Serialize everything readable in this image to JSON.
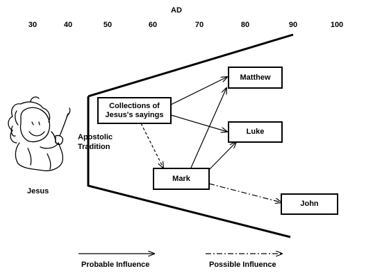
{
  "axis": {
    "title": "AD",
    "ticks": [
      "30",
      "40",
      "50",
      "60",
      "70",
      "80",
      "90",
      "100"
    ]
  },
  "nodes": {
    "collections": {
      "line1": "Collections of",
      "line2": "Jesus's sayings"
    },
    "matthew": "Matthew",
    "luke": "Luke",
    "mark": "Mark",
    "john": "John"
  },
  "labels": {
    "apostolic_line1": "Apostolic",
    "apostolic_line2": "Tradition",
    "jesus": "Jesus"
  },
  "legend": {
    "probable": "Probable Influence",
    "possible": "Possible Influence"
  },
  "edges": [
    {
      "from": "Collections of Jesus's sayings",
      "to": "Matthew",
      "type": "probable"
    },
    {
      "from": "Collections of Jesus's sayings",
      "to": "Luke",
      "type": "probable"
    },
    {
      "from": "Collections of Jesus's sayings",
      "to": "Mark",
      "type": "possible"
    },
    {
      "from": "Mark",
      "to": "Matthew",
      "type": "probable"
    },
    {
      "from": "Mark",
      "to": "Luke",
      "type": "probable"
    },
    {
      "from": "Mark",
      "to": "John",
      "type": "possible"
    }
  ],
  "colors": {
    "ink": "#000000",
    "background": "#ffffff"
  }
}
